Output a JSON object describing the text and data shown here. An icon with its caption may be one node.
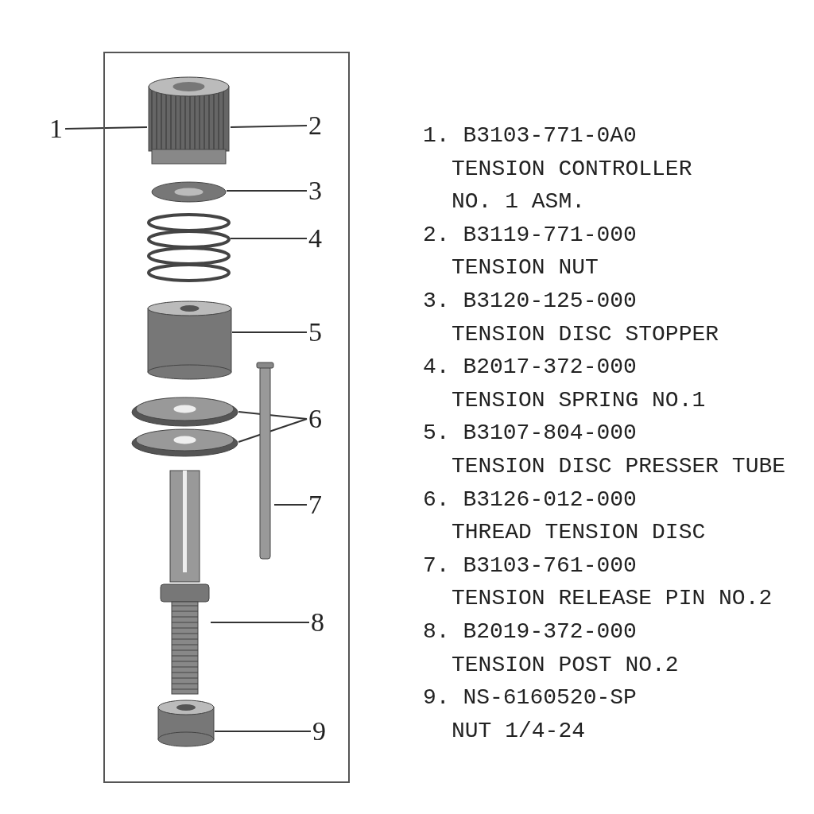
{
  "diagram": {
    "nodes": [
      {
        "text": [
          "1"
        ]
      },
      {
        "text": [
          "2"
        ]
      },
      {
        "text": [
          "3"
        ]
      },
      {
        "text": [
          "4"
        ]
      },
      {
        "text": [
          "5"
        ]
      },
      {
        "text": [
          "6"
        ]
      },
      {
        "text": [
          "7"
        ]
      },
      {
        "text": [
          "8"
        ]
      },
      {
        "text": [
          "9"
        ]
      },
      {
        "text": [],
        "shape": "picture"
      },
      {
        "text": [],
        "shape": "picture"
      },
      {
        "text": [],
        "shape": "picture"
      },
      {
        "text": [],
        "shape": "cylinder"
      },
      {
        "text": [],
        "shape": "picture"
      },
      {
        "text": [],
        "shape": "picture"
      },
      {
        "text": [],
        "shape": "bar"
      },
      {
        "text": [],
        "shape": "picture"
      },
      {
        "text": [],
        "shape": "cylinder"
      }
    ],
    "edges": [
      {
        "from": 0,
        "to": 9,
        "arrow": "none"
      },
      {
        "from": 1,
        "to": 9,
        "arrow": "none"
      },
      {
        "from": 2,
        "to": 10,
        "arrow": "none"
      },
      {
        "from": 3,
        "to": 11,
        "arrow": "none"
      },
      {
        "from": 4,
        "to": 12,
        "arrow": "none"
      },
      {
        "from": 5,
        "to": 13,
        "arrow": "none"
      },
      {
        "from": 5,
        "to": 14,
        "arrow": "none"
      },
      {
        "from": 6,
        "to": 15,
        "arrow": "none"
      },
      {
        "from": 7,
        "to": 16,
        "arrow": "none"
      },
      {
        "from": 8,
        "to": 17,
        "arrow": "none"
      }
    ],
    "labels": [
      "1. B3103-771-0A0",
      "TENSION CONTROLLER NO. 1 ASM.",
      "2. B3119-771-000",
      "TENSION NUT",
      "3. B3120-125-000",
      "TENSION DISC STOPPER",
      "4. B2017-372-000",
      "TENSION SPRING NO.1",
      "5. B3107-804-000",
      "TENSION DISC PRESSER TUBE",
      "6. B3126-012-000",
      "THREAD TENSION DISC",
      "7. B3103-761-000",
      "TENSION RELEASE PIN NO.2",
      "8. B2019-372-000",
      "TENSION POST NO.2",
      "9. NS-6160520-SP",
      "NUT 1/4-24"
    ]
  }
}
